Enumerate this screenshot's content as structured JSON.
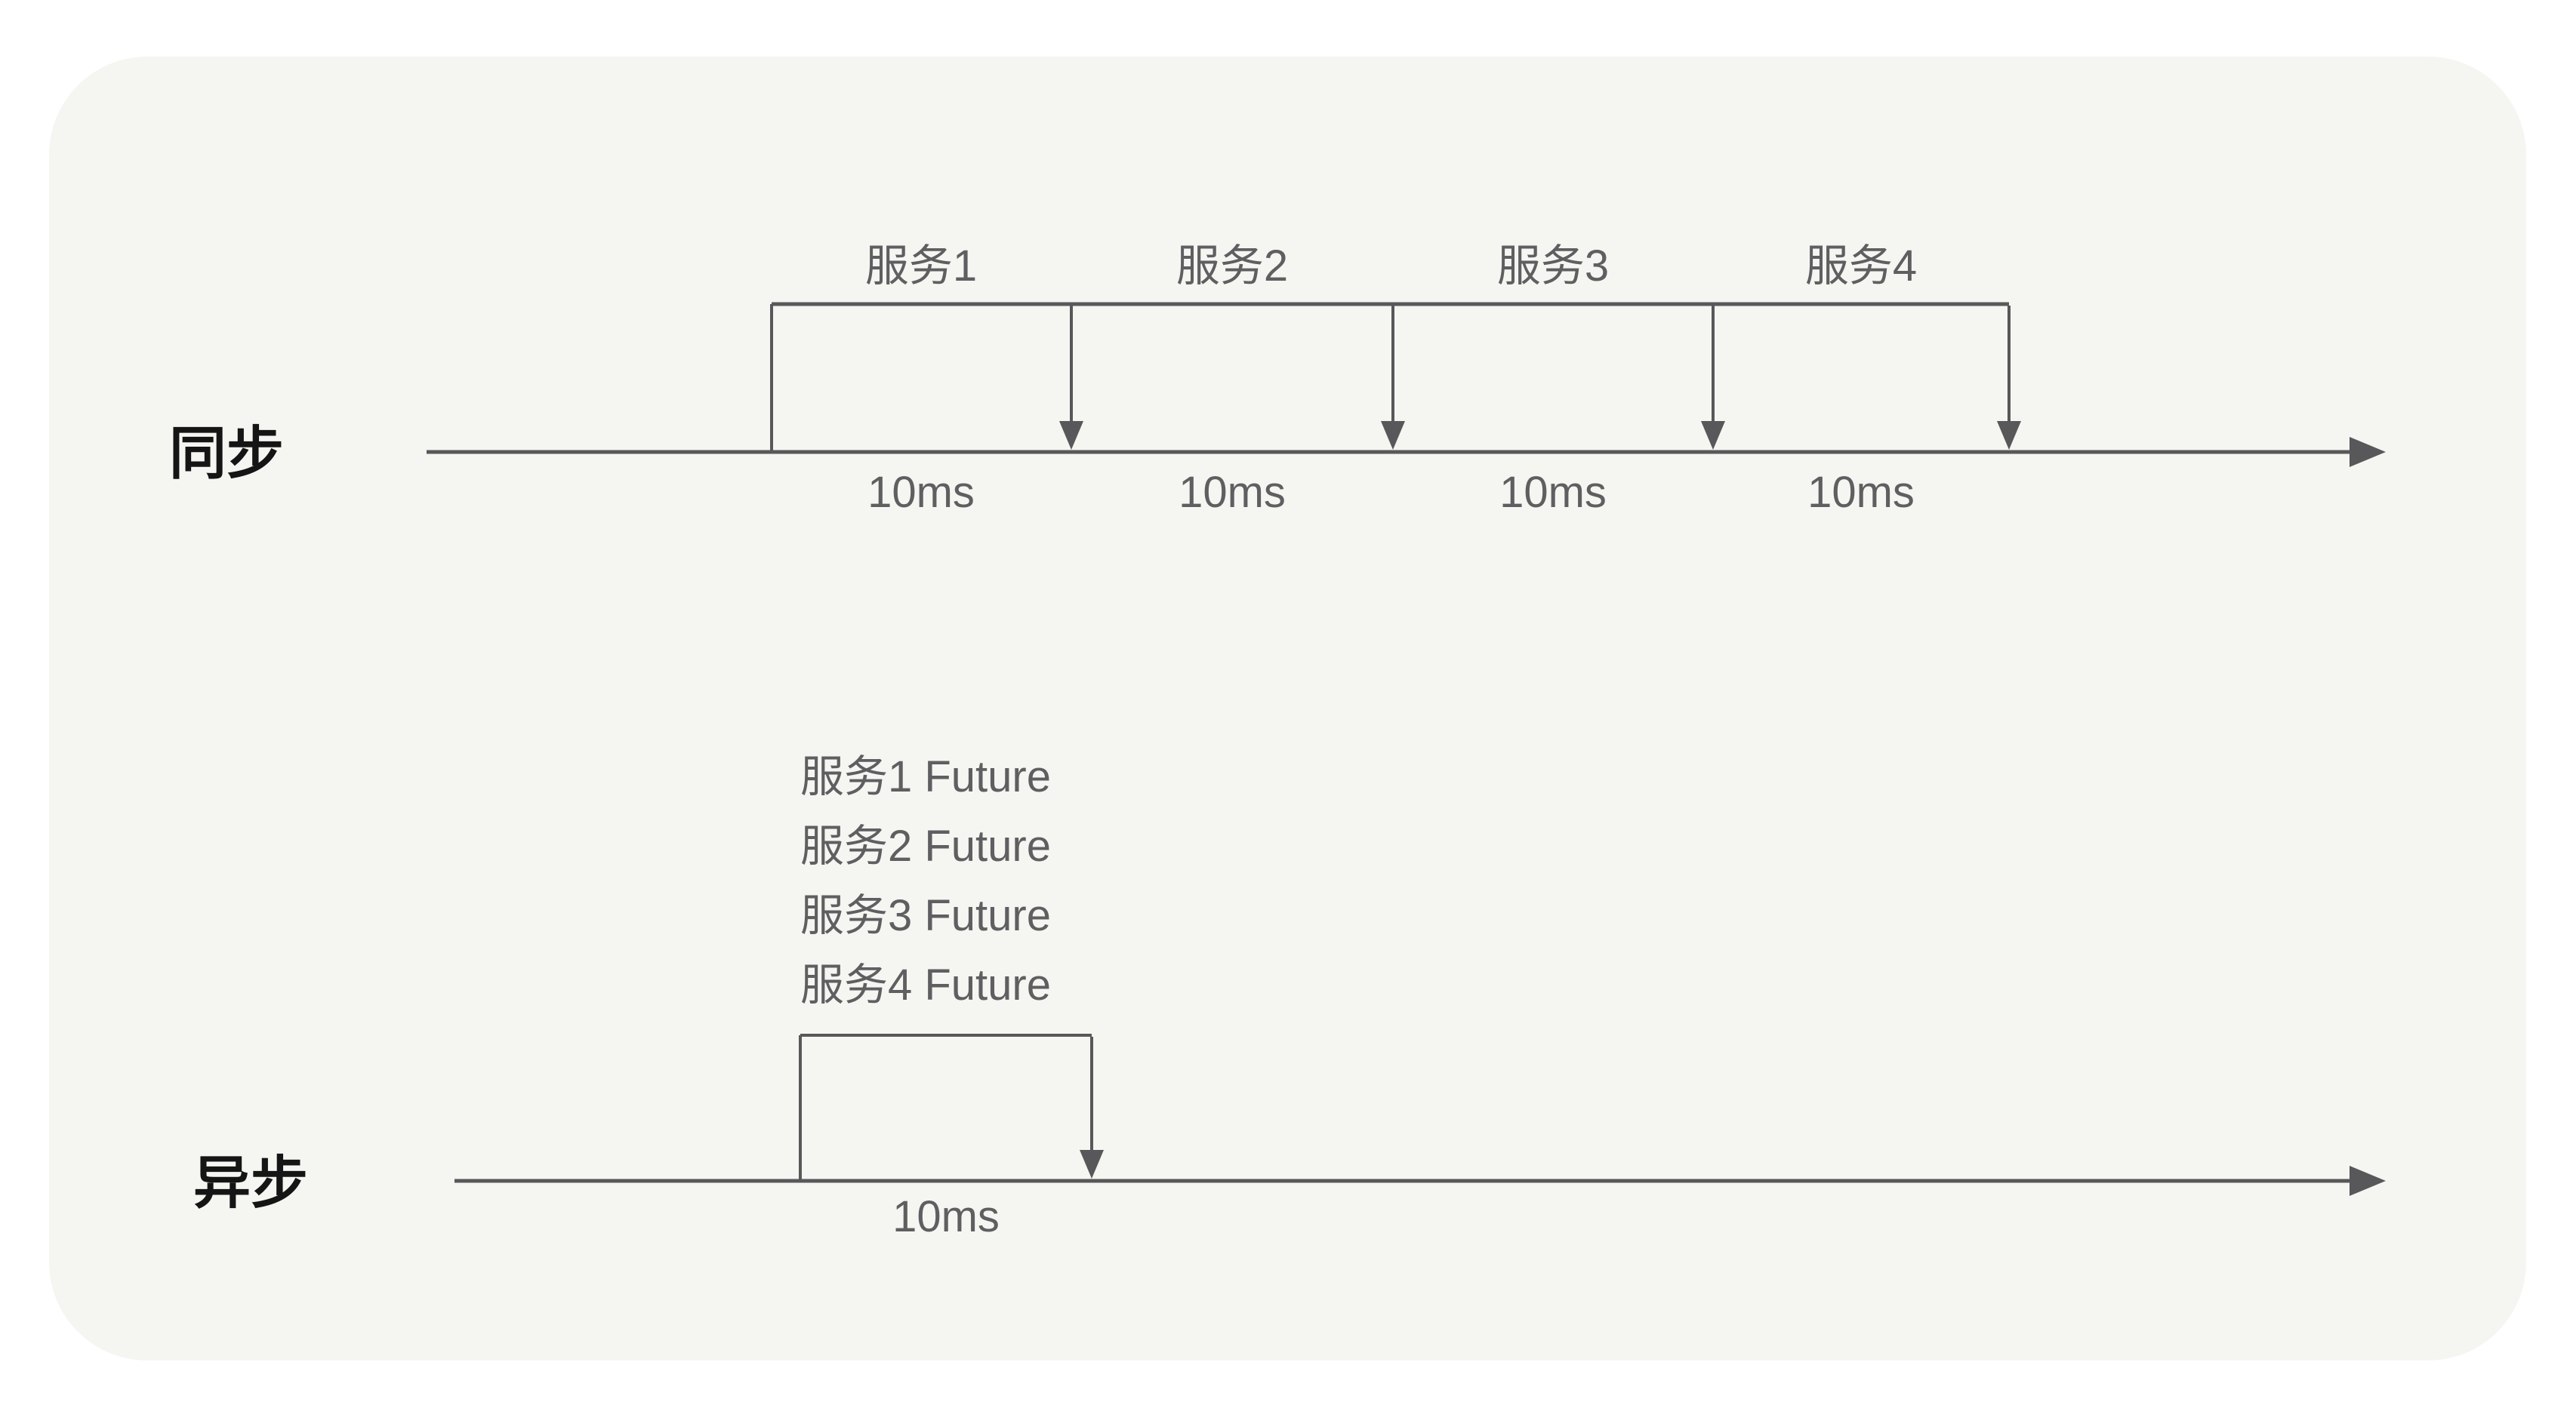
{
  "diagram": {
    "type": "timing-comparison",
    "sync": {
      "row_label": "同步",
      "services": [
        {
          "name": "服务1",
          "duration": "10ms"
        },
        {
          "name": "服务2",
          "duration": "10ms"
        },
        {
          "name": "服务3",
          "duration": "10ms"
        },
        {
          "name": "服务4",
          "duration": "10ms"
        }
      ]
    },
    "async": {
      "row_label": "异步",
      "futures": [
        "服务1 Future",
        "服务2 Future",
        "服务3 Future",
        "服务4 Future"
      ],
      "duration": "10ms"
    },
    "colors": {
      "line": "#58585a",
      "label_gray": "#5f5f61",
      "label_black": "#151515",
      "card_background": "#f5f5f2",
      "page_background": "#ffffff"
    }
  }
}
